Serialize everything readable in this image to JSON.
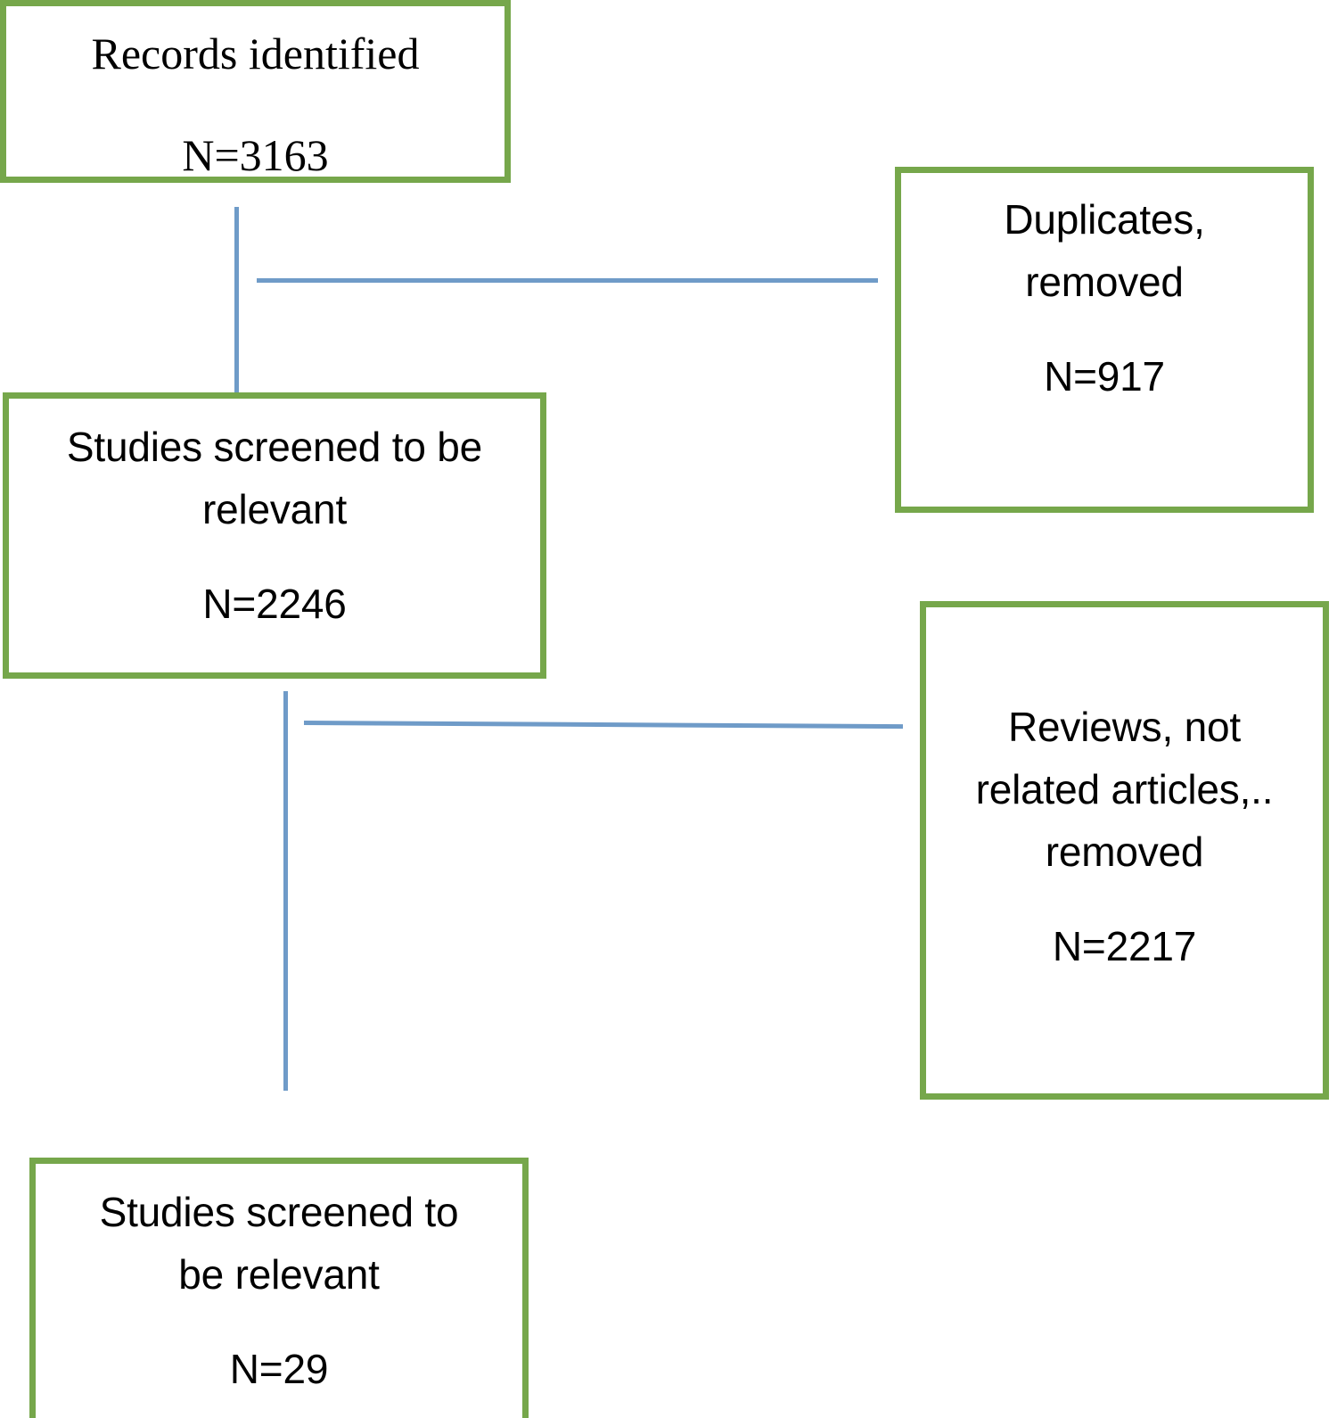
{
  "diagram": {
    "type": "prisma-flow-diagram",
    "accent_color": "#76a74b",
    "connector_color": "#6f9bc8",
    "background": "#ffffff",
    "boxes": [
      {
        "id": "records-identified",
        "title": "Records identified",
        "count_label": "N=3163",
        "count": 3163,
        "font": "serif",
        "position": "top-left"
      },
      {
        "id": "duplicates-removed",
        "title_line_1": "Duplicates,",
        "title_line_2": "removed",
        "count_label": "N=917",
        "count": 917,
        "font": "sans",
        "position": "right-upper"
      },
      {
        "id": "studies-screened-1",
        "title_line_1": "Studies screened to be",
        "title_line_2": "relevant",
        "count_label": "N=2246",
        "count": 2246,
        "font": "sans",
        "position": "middle-left"
      },
      {
        "id": "reviews-removed",
        "title_line_1": "Reviews, not",
        "title_line_2": "related articles,..",
        "title_line_3": "removed",
        "count_label": "N=2217",
        "count": 2217,
        "font": "sans",
        "position": "right-lower"
      },
      {
        "id": "studies-screened-2",
        "title_line_1": "Studies screened to",
        "title_line_2": "be relevant",
        "count_label": "N=29",
        "count": 29,
        "font": "sans",
        "position": "bottom-left"
      }
    ],
    "connectors": [
      {
        "id": "v1",
        "orientation": "vertical",
        "from": "records-identified",
        "to": "studies-screened-1"
      },
      {
        "id": "h1",
        "orientation": "horizontal",
        "from": "records-identified",
        "to": "duplicates-removed"
      },
      {
        "id": "v2",
        "orientation": "vertical",
        "from": "studies-screened-1",
        "to": "studies-screened-2"
      },
      {
        "id": "h2",
        "orientation": "horizontal",
        "from": "studies-screened-1",
        "to": "reviews-removed"
      }
    ]
  }
}
